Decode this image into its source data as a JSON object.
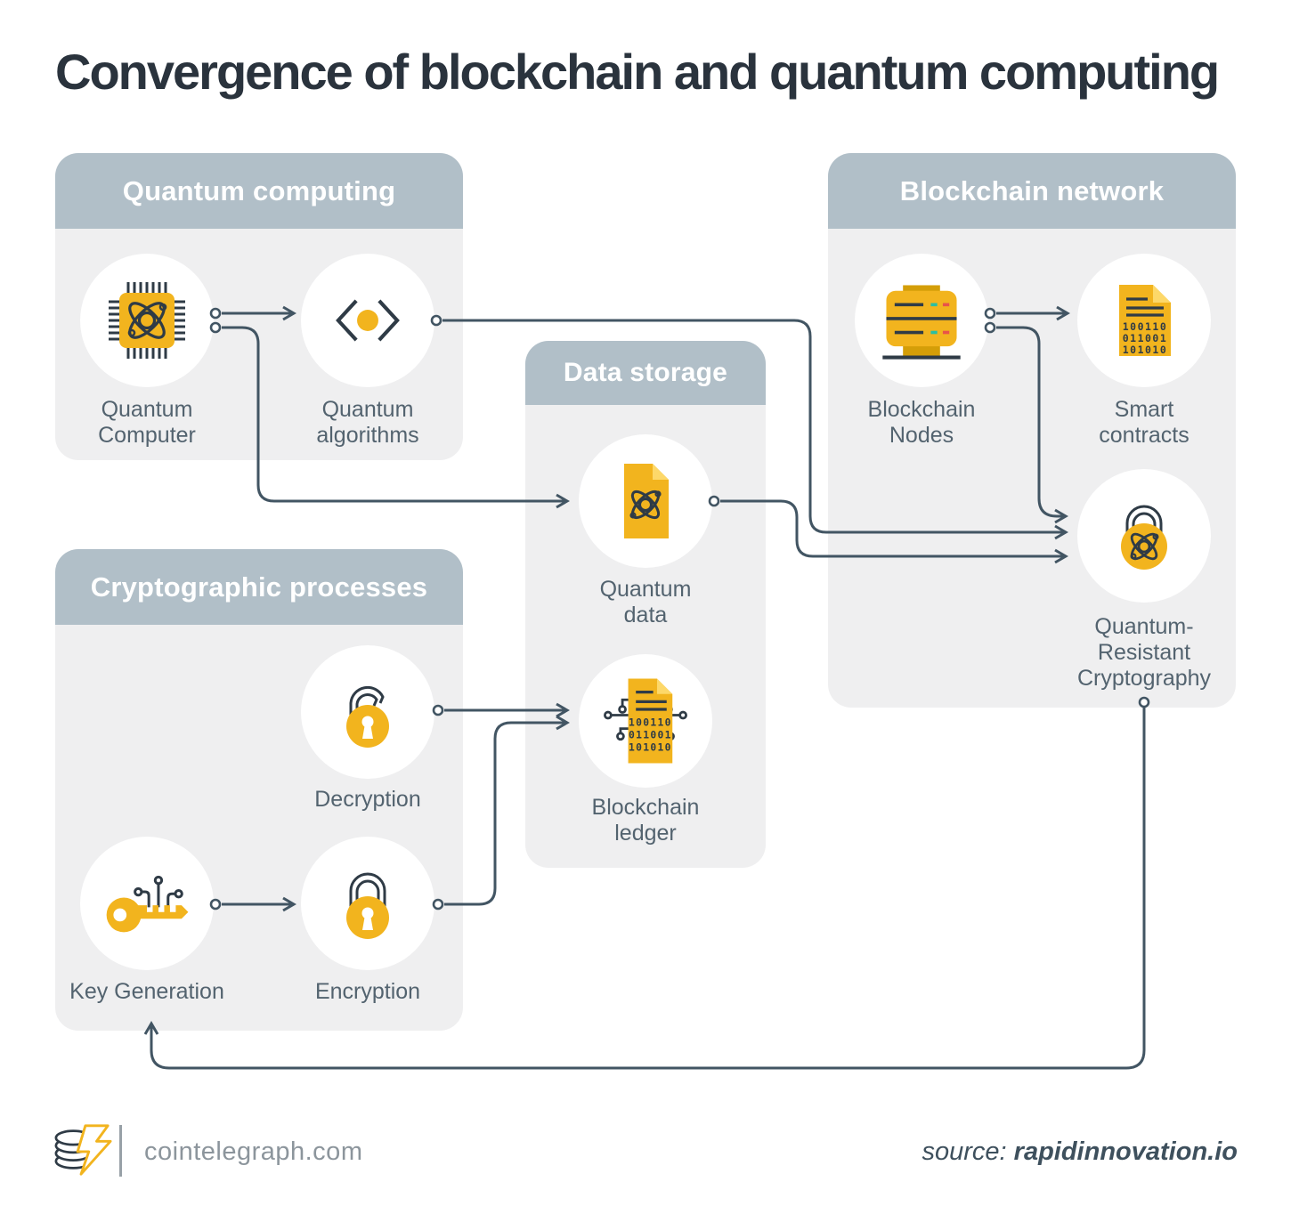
{
  "title": "Convergence of blockchain and quantum computing",
  "panels": {
    "quantum_computing": {
      "title": "Quantum computing"
    },
    "blockchain_network": {
      "title": "Blockchain network"
    },
    "data_storage": {
      "title": "Data storage"
    },
    "cryptographic_processes": {
      "title": "Cryptographic processes"
    }
  },
  "nodes": {
    "quantum_computer": {
      "label": "Quantum\nComputer"
    },
    "quantum_algorithms": {
      "label": "Quantum\nalgorithms"
    },
    "blockchain_nodes": {
      "label": "Blockchain\nNodes"
    },
    "smart_contracts": {
      "label": "Smart\ncontracts"
    },
    "quantum_resistant_cryptography": {
      "label": "Quantum-\nResistant\nCryptography"
    },
    "quantum_data": {
      "label": "Quantum\ndata"
    },
    "blockchain_ledger": {
      "label": "Blockchain\nledger"
    },
    "decryption": {
      "label": "Decryption"
    },
    "key_generation": {
      "label": "Key Generation"
    },
    "encryption": {
      "label": "Encryption"
    }
  },
  "binary": [
    "100110",
    "011001",
    "101010"
  ],
  "footer": {
    "site": "cointelegraph.com",
    "source_label": "source:",
    "source_value": "rapidinnovation.io"
  },
  "colors": {
    "accent_yellow": "#f2b41e",
    "accent_yellow_light": "#fdd869",
    "header_bg": "#b1bfc8",
    "panel_bg": "#efeff0",
    "icon_ink": "#2f3b46",
    "connector": "#425563",
    "label_text": "#53636f",
    "title_text": "#2a333d",
    "footer_text": "#8c959c",
    "teal_dash": "#2abfa3",
    "red_dash": "#e85449"
  }
}
